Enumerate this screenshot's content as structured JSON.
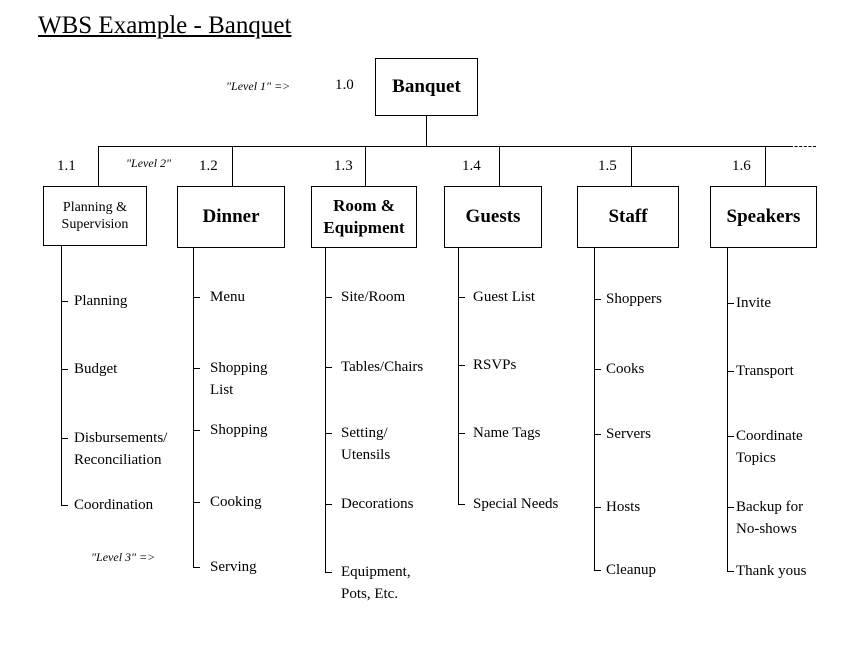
{
  "title": "WBS Example - Banquet",
  "annotations": {
    "level1": "\"Level 1\" =>",
    "level2": "\"Level 2\"",
    "level3": "\"Level 3\" =>"
  },
  "root": {
    "number": "1.0",
    "label": "Banquet"
  },
  "branches": [
    {
      "number": "1.1",
      "label": "Planning &\nSupervision",
      "items": [
        "Planning",
        "Budget",
        "Disbursements/\nReconciliation",
        "Coordination"
      ]
    },
    {
      "number": "1.2",
      "label": "Dinner",
      "items": [
        "Menu",
        "Shopping\nList",
        "Shopping",
        "Cooking",
        "Serving"
      ]
    },
    {
      "number": "1.3",
      "label": "Room &\nEquipment",
      "items": [
        "Site/Room",
        "Tables/Chairs",
        "Setting/\nUtensils",
        "Decorations",
        "Equipment,\nPots, Etc."
      ]
    },
    {
      "number": "1.4",
      "label": "Guests",
      "items": [
        "Guest List",
        "RSVPs",
        "Name Tags",
        "Special Needs"
      ]
    },
    {
      "number": "1.5",
      "label": "Staff",
      "items": [
        "Shoppers",
        "Cooks",
        "Servers",
        "Hosts",
        "Cleanup"
      ]
    },
    {
      "number": "1.6",
      "label": "Speakers",
      "items": [
        "Invite",
        "Transport",
        "Coordinate\nTopics",
        "Backup for\nNo-shows",
        "Thank yous"
      ]
    }
  ]
}
